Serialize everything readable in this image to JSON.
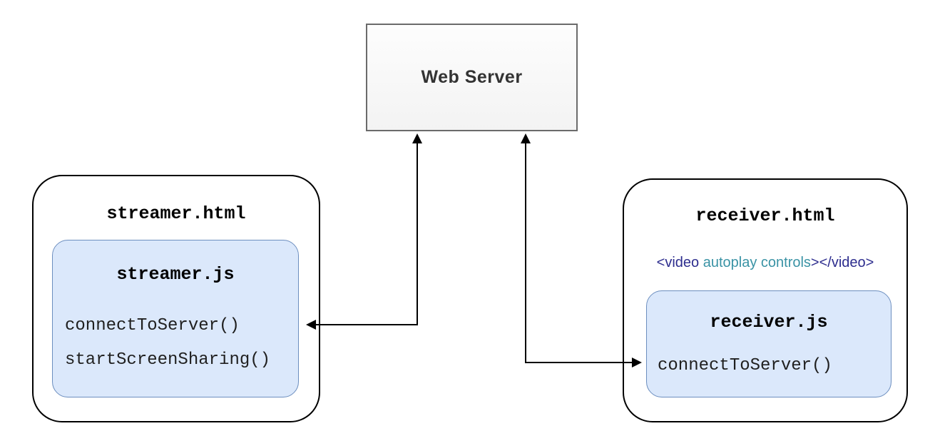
{
  "diagram": {
    "web_server": {
      "label": "Web Server"
    },
    "streamer_page": {
      "title": "streamer.html",
      "script": {
        "title": "streamer.js",
        "lines": [
          "connectToServer()",
          "startScreenSharing()"
        ]
      }
    },
    "receiver_page": {
      "title": "receiver.html",
      "video_tag": {
        "open": "<video ",
        "attrs": "autoplay controls",
        "close": "></video>"
      },
      "script": {
        "title": "receiver.js",
        "lines": [
          "connectToServer()"
        ]
      }
    },
    "connectors": [
      {
        "from": "streamer.js",
        "to": "Web Server",
        "bidirectional": true
      },
      {
        "from": "receiver.js",
        "to": "Web Server",
        "bidirectional": true
      }
    ],
    "colors": {
      "tag_text": "#2d2d8e",
      "attr_text": "#3a93a5",
      "script_box_fill": "#dbe8fb",
      "script_box_border": "#6c8ebf",
      "server_border": "#6b6b6b",
      "server_text": "#333333",
      "line": "#000000"
    }
  }
}
